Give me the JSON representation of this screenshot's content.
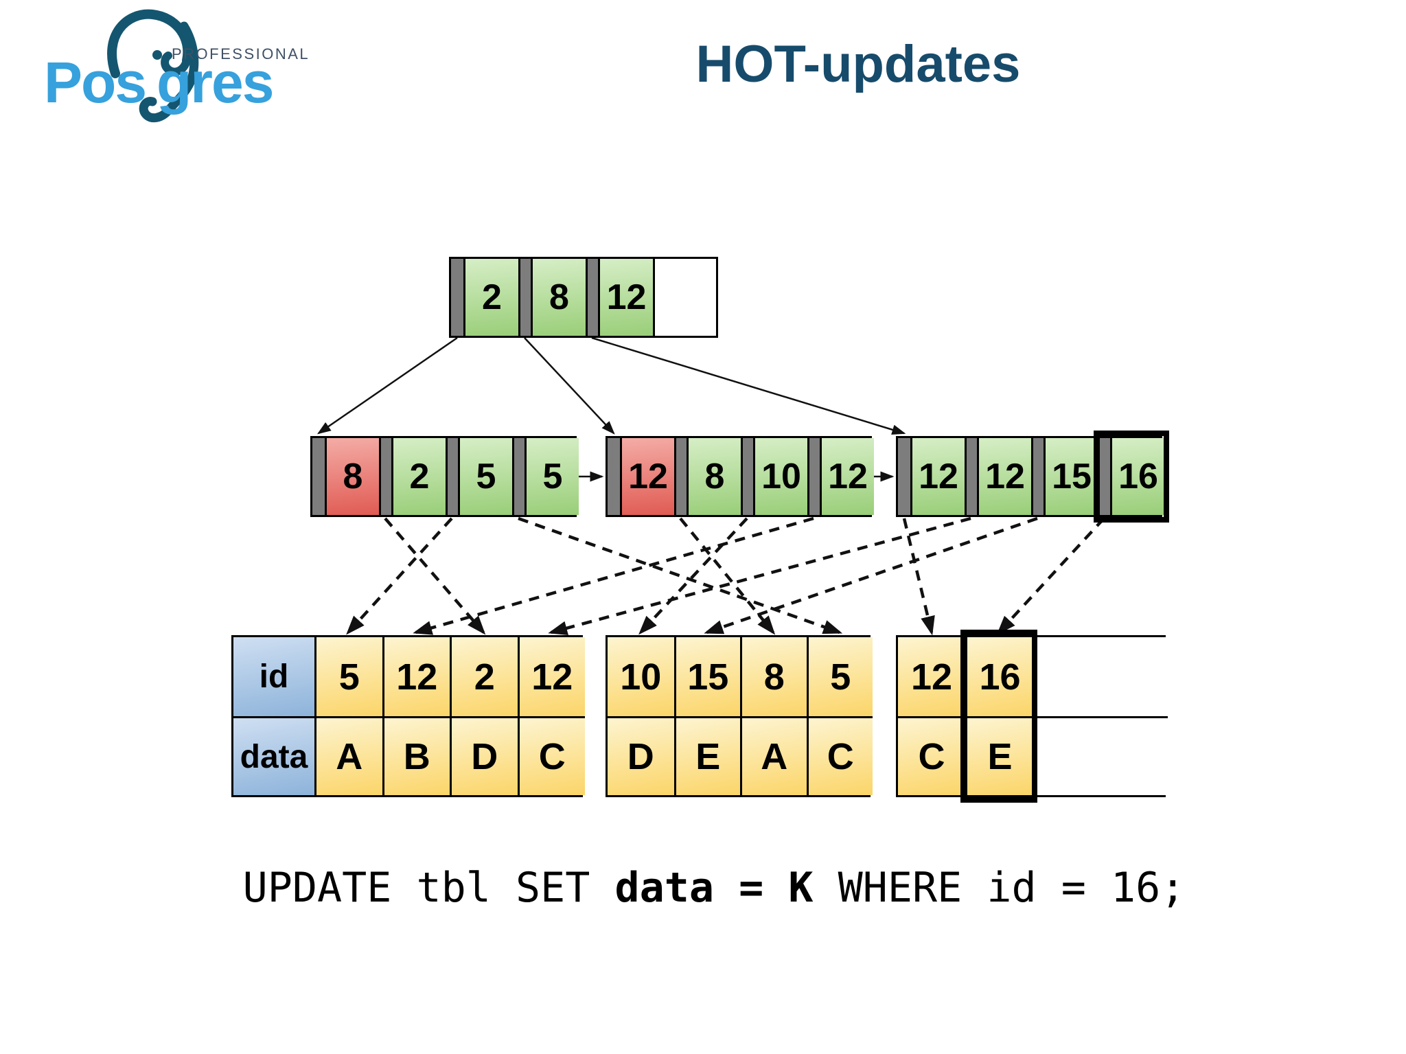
{
  "logo": {
    "word_start": "Pos",
    "word_end": "gres",
    "superscript": "PROFESSIONAL"
  },
  "slide": {
    "title": "HOT-updates"
  },
  "btree": {
    "root": {
      "keys": [
        {
          "v": "2"
        },
        {
          "v": "8"
        },
        {
          "v": "12"
        }
      ]
    },
    "leaf_pages": [
      {
        "keys": [
          {
            "v": "8",
            "color": "red"
          },
          {
            "v": "2"
          },
          {
            "v": "5"
          },
          {
            "v": "5"
          }
        ]
      },
      {
        "keys": [
          {
            "v": "12",
            "color": "red"
          },
          {
            "v": "8"
          },
          {
            "v": "10"
          },
          {
            "v": "12"
          }
        ]
      },
      {
        "keys": [
          {
            "v": "12"
          },
          {
            "v": "12"
          },
          {
            "v": "15"
          },
          {
            "v": "16",
            "highlight": true
          }
        ]
      }
    ]
  },
  "heap": {
    "row_headers": [
      "id",
      "data"
    ],
    "pages": [
      {
        "tuples": [
          [
            "5",
            "A"
          ],
          [
            "12",
            "B"
          ],
          [
            "2",
            "D"
          ],
          [
            "12",
            "C"
          ]
        ],
        "show_row_headers": true
      },
      {
        "tuples": [
          [
            "10",
            "D"
          ],
          [
            "15",
            "E"
          ],
          [
            "8",
            "A"
          ],
          [
            "5",
            "C"
          ]
        ]
      },
      {
        "tuples": [
          [
            "12",
            "C"
          ],
          [
            "16",
            "E"
          ]
        ],
        "highlight_last": true,
        "empty_space": true
      }
    ]
  },
  "pointers": {
    "root_to_leaf": [
      {
        "key": 0,
        "leaf": 0
      },
      {
        "key": 1,
        "leaf": 1
      },
      {
        "key": 2,
        "leaf": 2
      }
    ],
    "leaf_next": [
      [
        0,
        1
      ],
      [
        1,
        2
      ]
    ],
    "index_to_heap": [
      {
        "leaf": 0,
        "key": 1,
        "page": 0,
        "tuple": 2
      },
      {
        "leaf": 0,
        "key": 2,
        "page": 0,
        "tuple": 0
      },
      {
        "leaf": 0,
        "key": 3,
        "page": 1,
        "tuple": 3
      },
      {
        "leaf": 1,
        "key": 1,
        "page": 1,
        "tuple": 2
      },
      {
        "leaf": 1,
        "key": 2,
        "page": 1,
        "tuple": 0
      },
      {
        "leaf": 1,
        "key": 3,
        "page": 0,
        "tuple": 1
      },
      {
        "leaf": 2,
        "key": 0,
        "page": 2,
        "tuple": 0
      },
      {
        "leaf": 2,
        "key": 1,
        "page": 0,
        "tuple": 3
      },
      {
        "leaf": 2,
        "key": 2,
        "page": 1,
        "tuple": 1
      },
      {
        "leaf": 2,
        "key": 3,
        "page": 2,
        "tuple": 1
      }
    ]
  },
  "sql": {
    "pre": "UPDATE tbl SET ",
    "emph": "data = K",
    "post": " WHERE id = 16;"
  },
  "colors": {
    "title": "#174b6b",
    "logo_blue": "#36a1dc",
    "logo_dark": "#14566f",
    "logo_gray": "#3f5166",
    "index_green_top": "#d6eec6",
    "index_green_bottom": "#99ce78",
    "index_dead_top": "#f4aca6",
    "index_dead_bottom": "#e05b53",
    "separator_gray": "#7d7d7d",
    "heap_yellow_top": "#fdf4d0",
    "heap_yellow_bottom": "#fbd568",
    "header_blue_top": "#cfdff2",
    "header_blue_bottom": "#8db3da"
  }
}
